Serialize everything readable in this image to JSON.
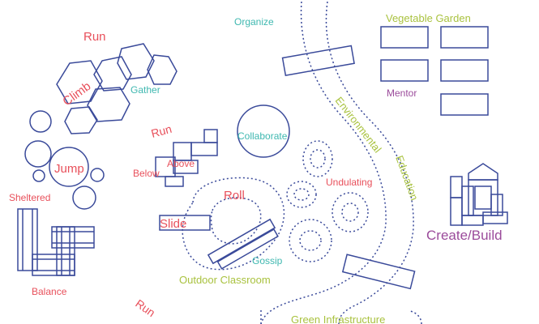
{
  "colors": {
    "outline": "#3a4a9a",
    "red": "#e8505b",
    "teal": "#3fb8b0",
    "green": "#a9c23f",
    "purple": "#9b4b9b"
  },
  "labels": {
    "run_1": "Run",
    "run_2": "Run",
    "run_3": "Run",
    "climb": "Climb",
    "gather": "Gather",
    "organize": "Organize",
    "vegetable_garden": "Vegetable Garden",
    "mentor": "Mentor",
    "environmental": "Environmental",
    "education": "Education",
    "collaborate": "Collaborate",
    "jump": "Jump",
    "above": "Above",
    "below": "Below",
    "undulating": "Undulating",
    "sheltered": "Sheltered",
    "roll": "Roll",
    "slide": "Slide",
    "create_build": "Create/Build",
    "gossip": "Gossip",
    "outdoor_classroom": "Outdoor Classroom",
    "balance": "Balance",
    "green_infrastructure": "Green Infrastructure"
  }
}
